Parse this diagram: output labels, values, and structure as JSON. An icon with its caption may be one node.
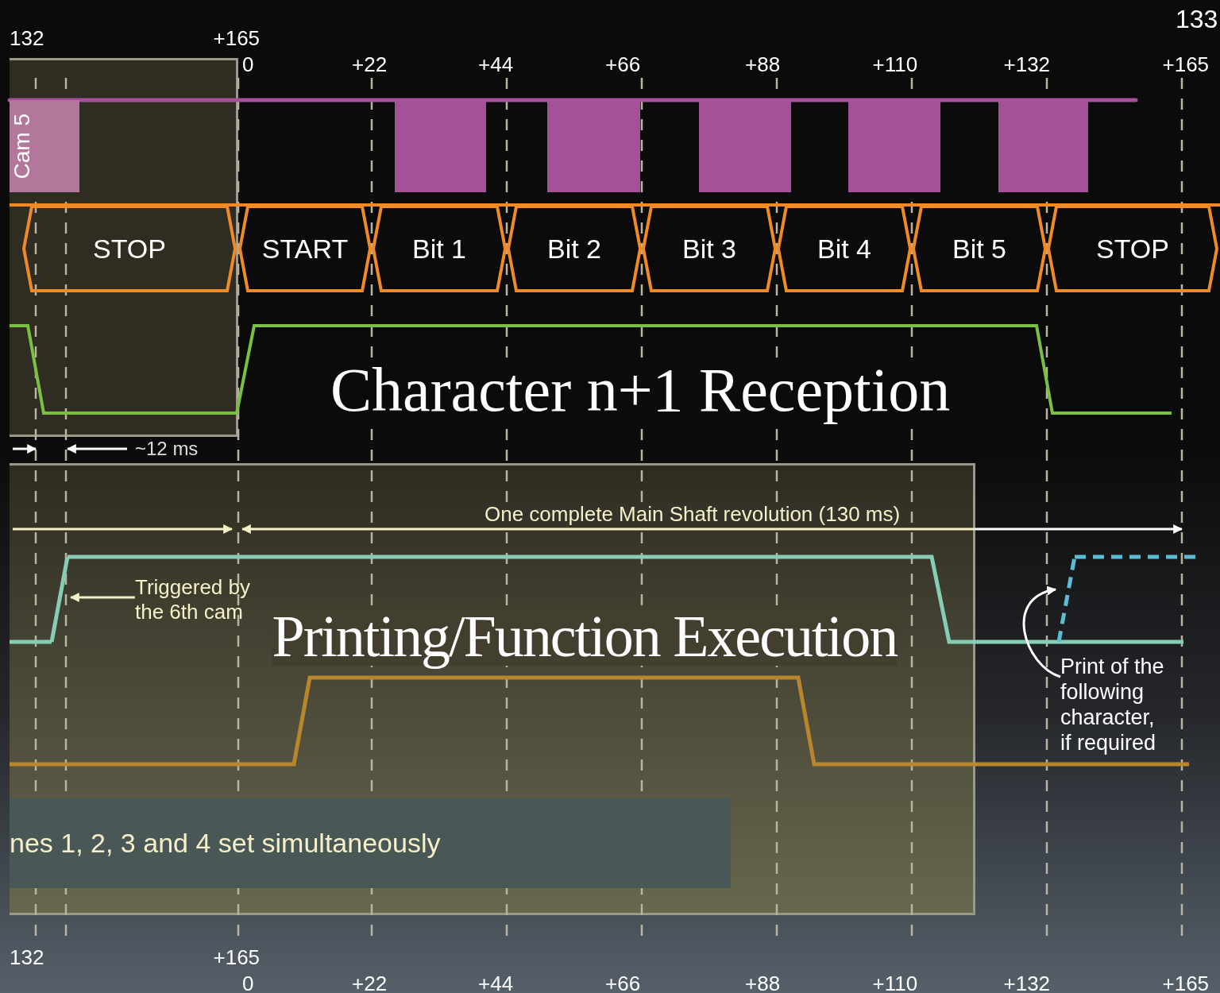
{
  "diagram": {
    "nodes": [
      {
        "text": [],
        "shape": "box"
      },
      {
        "text": [
          "Cam 5"
        ],
        "in": 0
      },
      {
        "text": [
          "STOP"
        ],
        "in": 0
      },
      {
        "text": [
          "START"
        ]
      },
      {
        "text": [
          "Bit 1"
        ]
      },
      {
        "text": [
          "Bit 2"
        ]
      },
      {
        "text": [
          "Bit 3"
        ]
      },
      {
        "text": [
          "Bit 4"
        ]
      },
      {
        "text": [
          "Bit 5"
        ]
      },
      {
        "text": [
          "STOP"
        ]
      },
      {
        "text": [],
        "shape": "box"
      },
      {
        "text": [
          "Triggered by the 6th cam"
        ],
        "in": 10
      },
      {
        "text": [
          "nes 1, 2, 3 and 4 set simultaneously"
        ],
        "in": 10
      },
      {
        "text": [
          "Print of the following character, if required"
        ]
      },
      {
        "text": [],
        "shape": "line",
        "in": 10
      },
      {
        "text": [],
        "shape": "line"
      }
    ],
    "edges": [
      {
        "from": 11,
        "to": 14,
        "arrow": "to"
      },
      {
        "from": 13,
        "to": 15,
        "arrow": "to"
      }
    ],
    "labels": [
      "133",
      "132",
      "+165",
      "0",
      "+22",
      "+44",
      "+66",
      "+88",
      "+110",
      "+132",
      "+165",
      "Character n+1 Reception",
      "~12 ms",
      "One complete Main Shaft revolution (130 ms)",
      "Printing/Function Execution",
      "132",
      "+165",
      "0",
      "+22",
      "+44",
      "+66",
      "+88",
      "+110",
      "+132",
      "+165"
    ]
  }
}
